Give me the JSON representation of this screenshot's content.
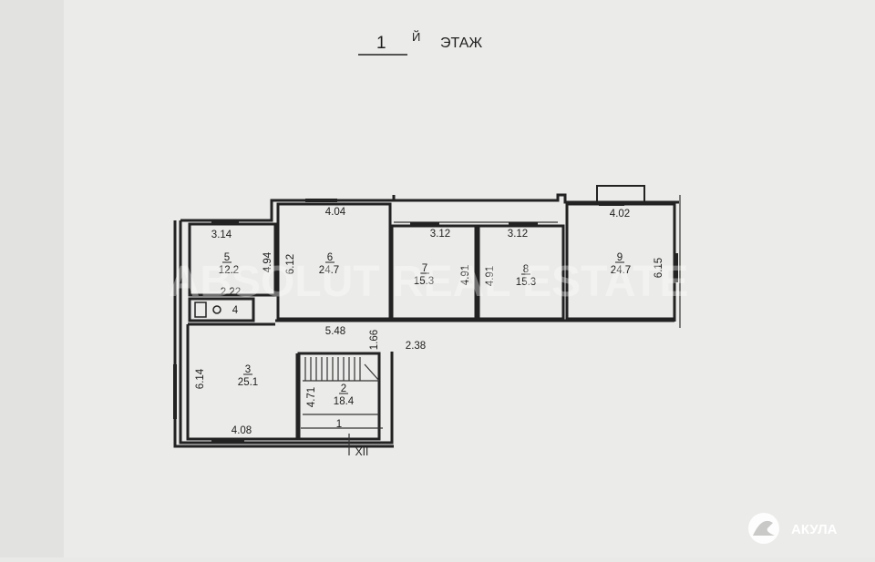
{
  "floor": {
    "number": "1",
    "superscript": "Й",
    "word": "ЭТАЖ"
  },
  "rooms": [
    {
      "id": "5",
      "area": "12.2"
    },
    {
      "id": "6",
      "area": "24.7"
    },
    {
      "id": "7",
      "area": "15.3"
    },
    {
      "id": "8",
      "area": "15.3"
    },
    {
      "id": "9",
      "area": "24.7"
    },
    {
      "id": "3",
      "area": "25.1"
    },
    {
      "id": "2",
      "area": "18.4"
    },
    {
      "id": "1",
      "area": ""
    },
    {
      "id": "4",
      "area": ""
    }
  ],
  "dimensions": {
    "room5_width": "3.14",
    "room5_height": "4.94",
    "room6_width": "4.04",
    "room6_height": "6.12",
    "room7_width": "3.12",
    "room7_height": "4.91",
    "room8_width": "3.12",
    "room8_height": "4.91",
    "room9_width": "4.02",
    "room9_height": "6.15",
    "room4_width": "2.22",
    "corridor_width": "5.48",
    "corridor_height": "1.66",
    "corridor2_width": "2.38",
    "room3_height": "6.14",
    "room3_width": "4.08",
    "room2_height": "4.71"
  },
  "axis_label": "XII",
  "watermark": {
    "brand": "АКУЛА",
    "overlay": "ABSOLUT REAL ESTATE"
  },
  "colors": {
    "background": "#e9e9e7",
    "ink": "#222222"
  }
}
